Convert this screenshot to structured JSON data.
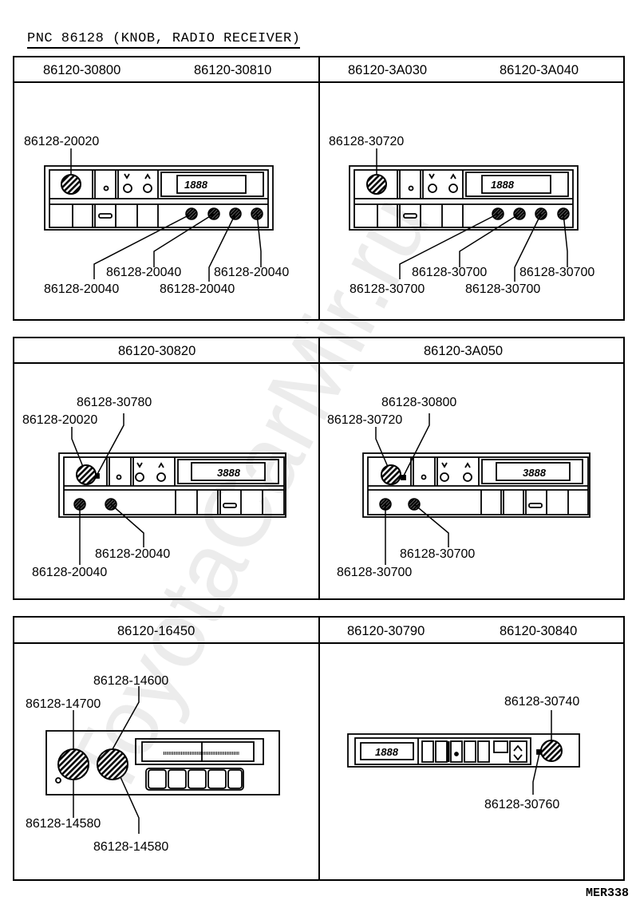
{
  "title": "PNC 86128  (KNOB, RADIO RECEIVER)",
  "footer_code": "MER338",
  "watermark": "ToyotaCarMir.ru",
  "panels": [
    {
      "headers": [
        "86120-30800",
        "86120-30810"
      ],
      "radio_type": "cassette-upper-dial",
      "display": "1888",
      "callouts": {
        "main_knob": "86128-20020",
        "small_knob_1": "86128-20040",
        "small_knob_2": "86128-20040",
        "small_knob_3": "86128-20040",
        "small_knob_4": "86128-20040"
      }
    },
    {
      "headers": [
        "86120-3A030",
        "86120-3A040"
      ],
      "radio_type": "cassette-upper-dial",
      "display": "1888",
      "callouts": {
        "main_knob": "86128-30720",
        "small_knob_1": "86128-30700",
        "small_knob_2": "86128-30700",
        "small_knob_3": "86128-30700",
        "small_knob_4": "86128-30700"
      }
    },
    {
      "headers": [
        "86120-30820"
      ],
      "radio_type": "cassette-lower-knobs",
      "display": "3888",
      "callouts": {
        "ring": "86128-30780",
        "main_knob": "86128-20020",
        "small_knob_1": "86128-20040",
        "small_knob_2": "86128-20040"
      }
    },
    {
      "headers": [
        "86120-3A050"
      ],
      "radio_type": "cassette-lower-knobs",
      "display": "3888",
      "callouts": {
        "ring": "86128-30800",
        "main_knob": "86128-30720",
        "small_knob_1": "86128-30700",
        "small_knob_2": "86128-30700"
      }
    },
    {
      "headers": [
        "86120-16450"
      ],
      "radio_type": "analog-two-knob",
      "callouts": {
        "right_knob_top": "86128-14600",
        "left_knob_top": "86128-14700",
        "left_knob_bottom": "86128-14580",
        "right_knob_bottom": "86128-14580"
      }
    },
    {
      "headers": [
        "86120-30790",
        "86120-30840"
      ],
      "radio_type": "slim-right-knob",
      "display": "1888",
      "callouts": {
        "knob": "86128-30740",
        "ring": "86128-30760"
      }
    }
  ]
}
